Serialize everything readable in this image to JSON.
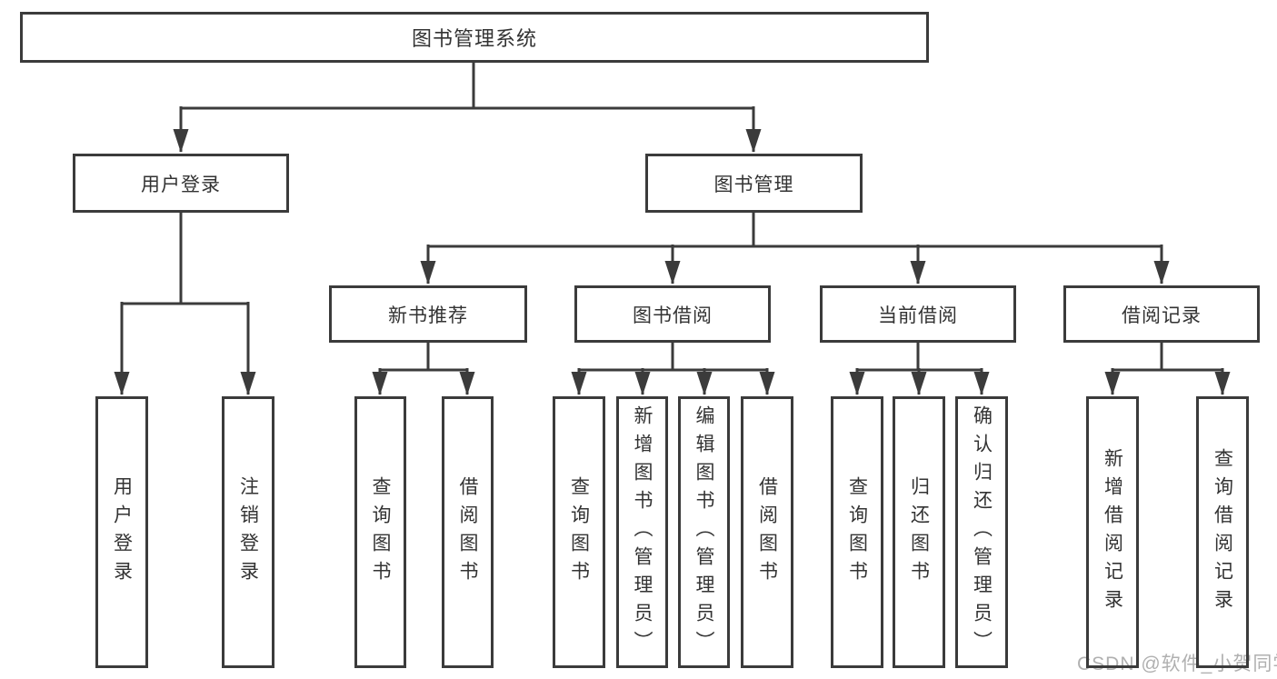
{
  "diagram": {
    "title": "图书管理系统",
    "user_login": {
      "label": "用户登录",
      "children": [
        "用户登录",
        "注销登录"
      ]
    },
    "book_management": {
      "label": "图书管理",
      "sections": [
        {
          "label": "新书推荐",
          "children": [
            "查询图书",
            "借阅图书"
          ]
        },
        {
          "label": "图书借阅",
          "children": [
            "查询图书",
            "新增图书（管理员）",
            "编辑图书（管理员）",
            "借阅图书"
          ]
        },
        {
          "label": "当前借阅",
          "children": [
            "查询图书",
            "归还图书",
            "确认归还（管理员）"
          ]
        },
        {
          "label": "借阅记录",
          "children": [
            "新增借阅记录",
            "查询借阅记录"
          ]
        }
      ]
    }
  },
  "watermark": {
    "text": "CSDN @软件_小贺同学"
  },
  "colors": {
    "line": "#3b3b3b",
    "text": "#333333",
    "watermark": "#b0b0b0",
    "background": "#ffffff"
  }
}
